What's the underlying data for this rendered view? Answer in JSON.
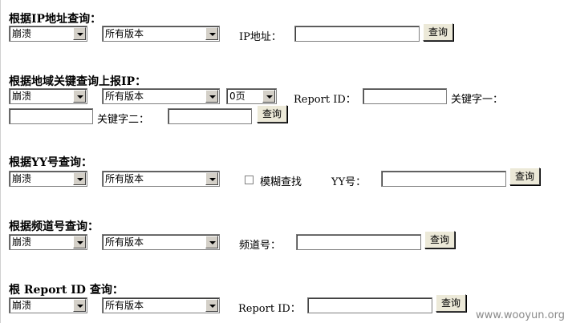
{
  "sections": {
    "ip_query": {
      "title": "根据IP地址查询：",
      "category_value": "崩溃",
      "version_value": "所有版本",
      "field_label": "IP地址：",
      "button_label": "查询"
    },
    "region_query": {
      "title": "根据地域关键查询上报IP：",
      "category_value": "崩溃",
      "version_value": "所有版本",
      "page_value": "0页",
      "report_id_label": "Report ID：",
      "keyword1_label": "关键字一：",
      "keyword2_label": "关键字二：",
      "button_label": "查询"
    },
    "yy_query": {
      "title": "根据YY号查询：",
      "category_value": "崩溃",
      "version_value": "所有版本",
      "fuzzy_label": "模糊查找",
      "field_label": "YY号：",
      "button_label": "查询"
    },
    "channel_query": {
      "title": "根据频道号查询：",
      "category_value": "崩溃",
      "version_value": "所有版本",
      "field_label": "频道号：",
      "button_label": "查询"
    },
    "report_query": {
      "title": "根 Report ID 查询：",
      "category_value": "崩溃",
      "version_value": "所有版本",
      "field_label": "Report ID：",
      "button_label": "查询"
    }
  },
  "watermark": "www.wooyun.org"
}
